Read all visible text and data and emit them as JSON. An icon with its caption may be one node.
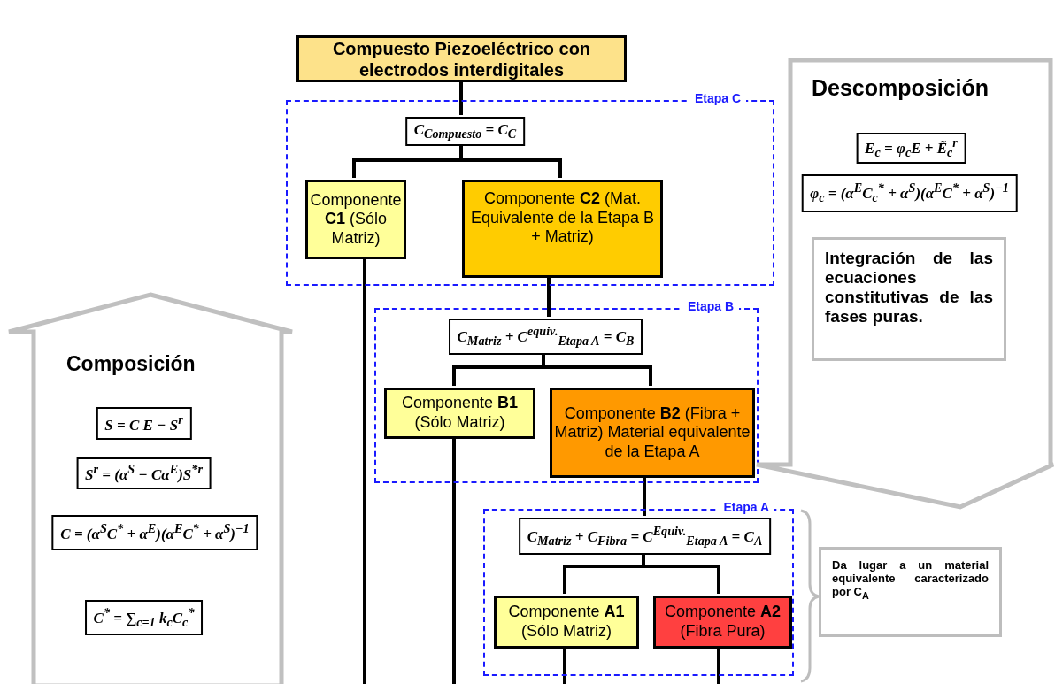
{
  "diagram": {
    "nodes": [
      {
        "text": [
          "Compuesto Piezoeléctrico con electrodos interdigitales"
        ]
      },
      {
        "text": [
          "Etapa C"
        ]
      },
      {
        "text": [
          "C$_{Compuesto}$ = C$_{C}$"
        ],
        "in": 1
      },
      {
        "text": [
          "Componente **C1** (Sólo Matriz)"
        ],
        "in": 1
      },
      {
        "text": [
          "Componente **C2** (Mat. Equivalente de la Etapa B + Matriz)"
        ],
        "in": 1
      },
      {
        "text": [
          "Etapa B"
        ]
      },
      {
        "text": [
          "C$_{Matriz}$ + C$^{equiv.}$$_{Etapa A}$ = C$_{B}$"
        ],
        "in": 5
      },
      {
        "text": [
          "Componente **B1** (Sólo Matriz)"
        ],
        "in": 5
      },
      {
        "text": [
          "Componente **B2** (Fibra + Matriz) Material equivalente de la Etapa A"
        ],
        "in": 5
      },
      {
        "text": [
          "Etapa A"
        ]
      },
      {
        "text": [
          "C$_{Matriz}$ + C$_{Fibra}$ = C$^{Equiv.}$$_{Etapa A}$ = C$_{A}$"
        ],
        "in": 9
      },
      {
        "text": [
          "Componente **A1** (Sólo Matriz)"
        ],
        "in": 9
      },
      {
        "text": [
          "Componente **A2** (Fibra Pura)"
        ],
        "in": 9
      },
      {
        "text": [
          "Descomposición"
        ]
      },
      {
        "text": [
          "E$_{c}$ = φ$_{c}$E + Ẽ$_{c}$$^{r}$"
        ],
        "in": 13
      },
      {
        "text": [
          "φ$_{c}$ = (α$^{E}$C$_{c}$$^{*}$ + α$^{S}$)(α$^{E}$C$^{*}$ + α$^{S}$)$^{−1}$"
        ],
        "in": 13
      },
      {
        "text": [
          "Integración de las ecuaciones constitutivas de las fases puras."
        ],
        "in": 13
      },
      {
        "text": [
          "Composición"
        ]
      },
      {
        "text": [
          "S = C E − S$^{r}$"
        ],
        "in": 17
      },
      {
        "text": [
          "S$^{r}$ = (α$^{S}$ − Cα$^{E}$)S$^{*r}$"
        ],
        "in": 17
      },
      {
        "text": [
          "C = (α$^{S}$C$^{*}$ + α$^{E}$)(α$^{E}$C$^{*}$ + α$^{S}$)$^{−1}$"
        ],
        "in": 17
      },
      {
        "text": [
          "C$^{*}$ = ∑$_{c=1}$ k$_{c}$C$_{c}$$^{*}$"
        ],
        "in": 17
      },
      {
        "text": [
          "Da lugar a un material equivalente caracterizado por C$_{A}$"
        ]
      }
    ],
    "edges": [
      {
        "from": 0,
        "to": 2,
        "arrow": "none"
      },
      {
        "from": 2,
        "to": 3,
        "arrow": "none"
      },
      {
        "from": 2,
        "to": 4,
        "arrow": "none"
      },
      {
        "from": 3,
        "to": null,
        "arrow": "none"
      },
      {
        "from": 4,
        "to": 6,
        "arrow": "none"
      },
      {
        "from": 6,
        "to": 7,
        "arrow": "none"
      },
      {
        "from": 6,
        "to": 8,
        "arrow": "none"
      },
      {
        "from": 7,
        "to": null,
        "arrow": "none"
      },
      {
        "from": 8,
        "to": 10,
        "arrow": "none"
      },
      {
        "from": 10,
        "to": 11,
        "arrow": "none"
      },
      {
        "from": 10,
        "to": 12,
        "arrow": "none"
      },
      {
        "from": 11,
        "to": null,
        "arrow": "none"
      },
      {
        "from": 12,
        "to": null,
        "arrow": "none"
      }
    ]
  }
}
